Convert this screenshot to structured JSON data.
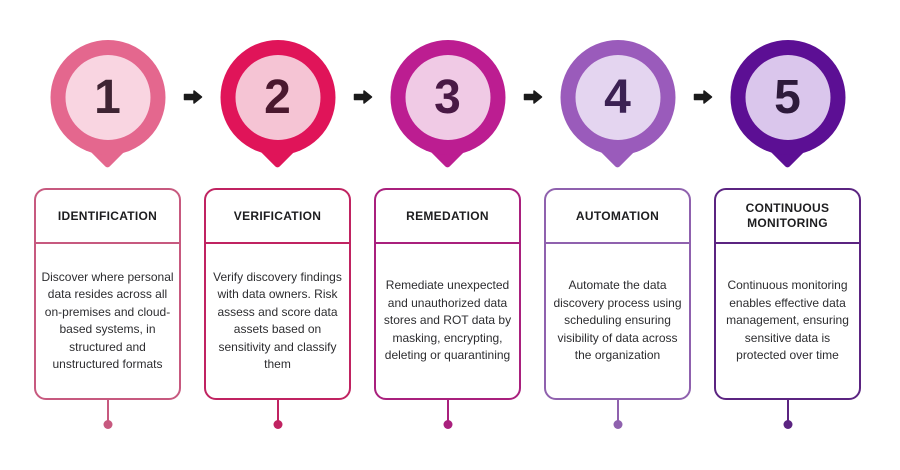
{
  "diagram": {
    "background": "#ffffff",
    "arrow_color": "#1b1b1b",
    "text": {
      "title_color": "#1d1d1f",
      "body_color": "#2d2d30"
    },
    "steps": [
      {
        "number": "1",
        "title": "IDENTIFICATION",
        "description": "Discover where personal data resides across all on-premises and cloud-based systems, in structured and unstructured formats",
        "colors": {
          "ring": "#E4678E",
          "inner": "#F9D5E1",
          "number": "#3F2433",
          "border": "#C7597F"
        }
      },
      {
        "number": "2",
        "title": "VERIFICATION",
        "description": "Verify discovery findings with data owners. Risk assess and score data assets based on sensitivity and classify them",
        "colors": {
          "ring": "#E01459",
          "inner": "#F5C4D4",
          "number": "#4A182E",
          "border": "#C02361"
        }
      },
      {
        "number": "3",
        "title": "REMEDATION",
        "description": "Remediate unexpected and unauthorized data stores and ROT data by masking, encrypting, deleting or quarantining",
        "colors": {
          "ring": "#BC1D91",
          "inner": "#F0CAE5",
          "number": "#491945",
          "border": "#A9207D"
        }
      },
      {
        "number": "4",
        "title": "AUTOMATION",
        "description": "Automate the data discovery process using scheduling ensuring visibility of data across the organization",
        "colors": {
          "ring": "#9A5BBB",
          "inner": "#E4D5F0",
          "number": "#3B2153",
          "border": "#8F61AE"
        }
      },
      {
        "number": "5",
        "title": "CONTINUOUS MONITORING",
        "description": "Continuous monitoring enables effective data management, ensuring sensitive data is protected over time",
        "colors": {
          "ring": "#5C0F94",
          "inner": "#DAC6EC",
          "number": "#2D1A3B",
          "border": "#5B2481"
        }
      }
    ]
  }
}
